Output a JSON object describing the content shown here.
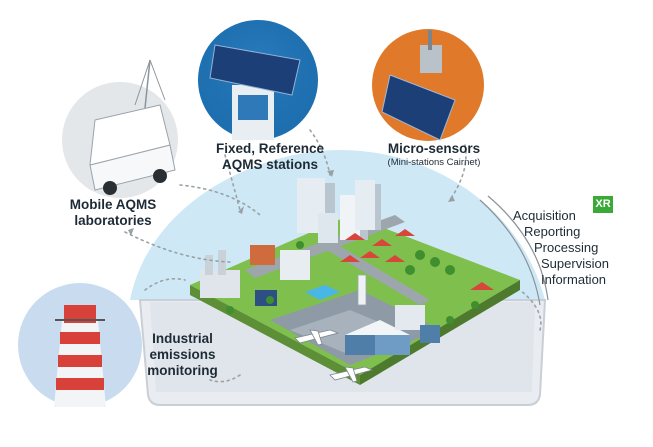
{
  "labels": {
    "fixed_line1": "Fixed, Reference",
    "fixed_line2": "AQMS stations",
    "micro_title": "Micro-sensors",
    "micro_sub": "(Mini-stations Cairnet)",
    "mobile_line1": "Mobile AQMS",
    "mobile_line2": "laboratories",
    "industrial_line1": "Industrial",
    "industrial_line2": "emissions",
    "industrial_line3": "monitoring"
  },
  "processes": [
    "Acquisition",
    "Reporting",
    "Processing",
    "Supervision",
    "Information"
  ],
  "logo": {
    "text": "XR",
    "color": "#3aa935"
  },
  "colors": {
    "dome": "#cfe8f6",
    "circle_fixed": "#1e6fb0",
    "circle_micro": "#e07a2a",
    "circle_industrial": "#c9dcef",
    "dots": "#9aa1a6"
  }
}
